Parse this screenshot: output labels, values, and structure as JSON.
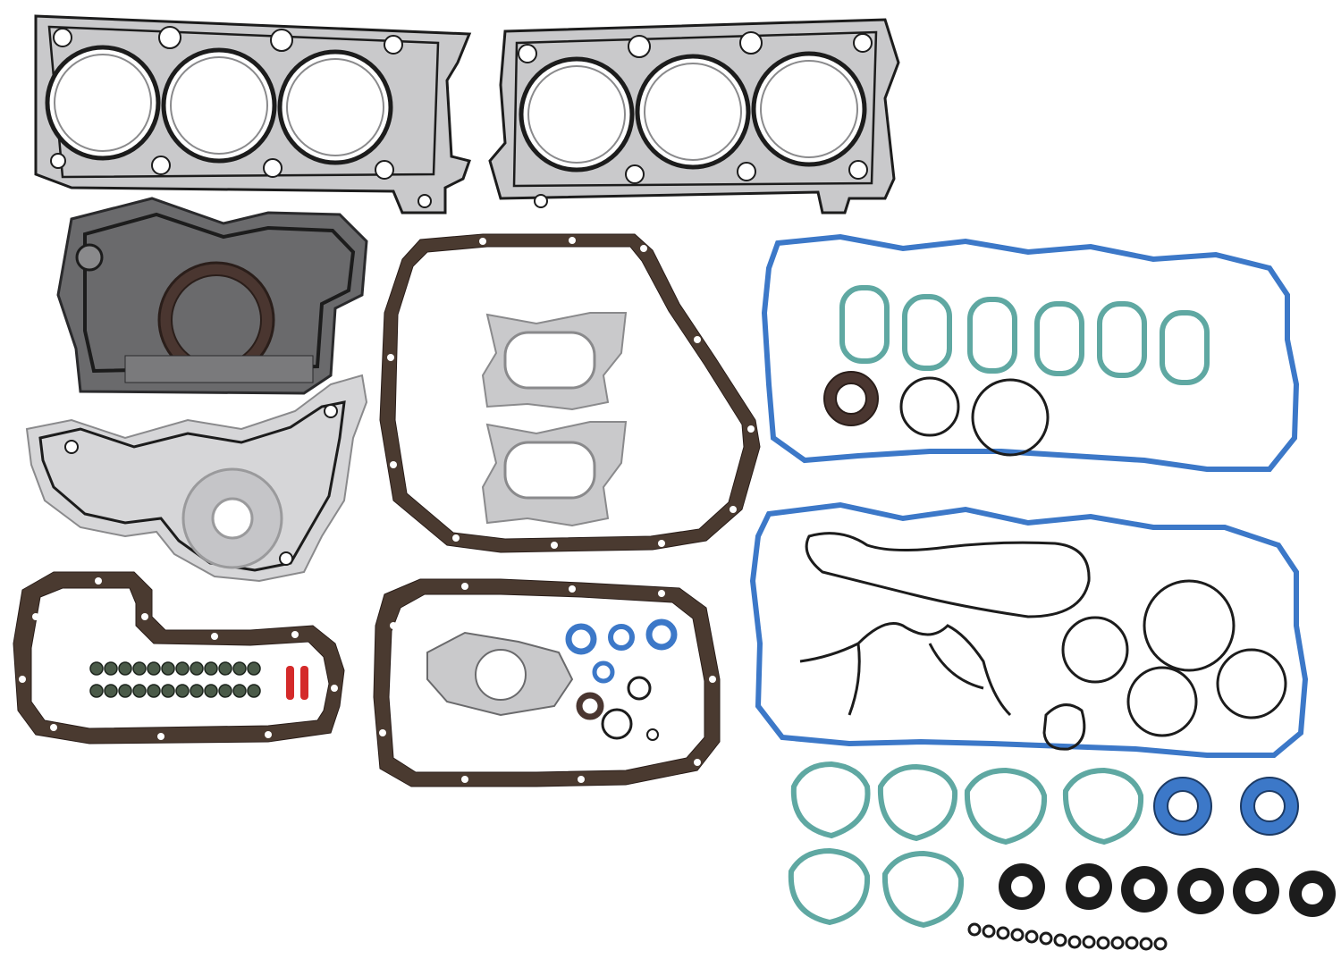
{
  "palette": {
    "background": "#ffffff",
    "steel": "#c9c9cb",
    "steel_dark": "#a8a8aa",
    "black_bead": "#1c1c1c",
    "cork": "#4a3a30",
    "blue_gasket": "#3c78c8",
    "teal_seal": "#5fa8a2",
    "brown_seal": "#4a3630",
    "dark_cover": "#6a6a6c",
    "aluminum": "#d6d6d8",
    "red_pin": "#d42a2a",
    "green_stem_seal": "#4a5a48"
  },
  "parts": [
    "cylinder-head-gasket-left",
    "cylinder-head-gasket-right",
    "rear-main-seal-retainer",
    "timing-cover-gasket",
    "oil-pan-gasket-large",
    "exhaust-manifold-gaskets",
    "transmission-pan-gasket",
    "oil-pan-gasket-small",
    "valve-cover-gasket-top",
    "valve-cover-gasket-bottom",
    "intake-manifold-seals",
    "valve-stem-seals",
    "oil-seals",
    "o-rings"
  ]
}
